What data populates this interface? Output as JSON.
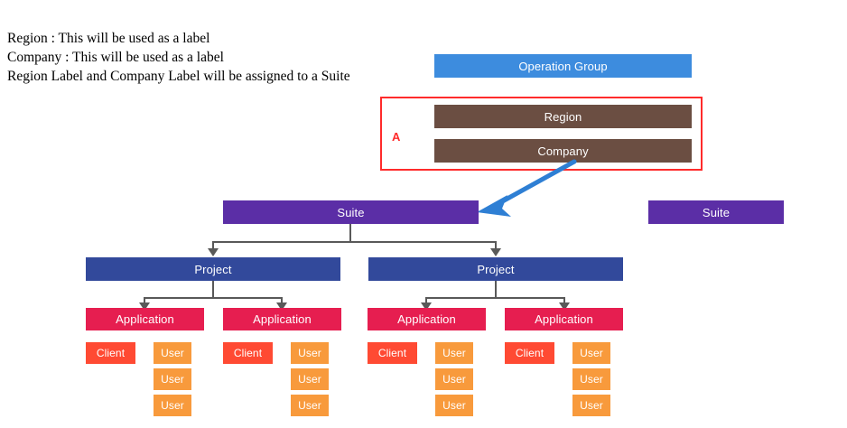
{
  "notes": {
    "text": "Region : This will be used as a label\nCompany : This will be used as a label\nRegion Label and Company Label will be assigned to a Suite"
  },
  "colors": {
    "operation_group": "#3D8CDE",
    "label_brown": "#6B4E42",
    "group_border": "#FF2B2B",
    "group_tag": "#FF2B2B",
    "suite": "#5B2EA6",
    "project": "#32499B",
    "application": "#E61E50",
    "client": "#FF4A33",
    "user": "#F89A3C",
    "connector": "#595959",
    "arrow_blue": "#2E7FD4"
  },
  "nodes": {
    "operation_group": {
      "label": "Operation Group"
    },
    "labels_group": {
      "tag": "A",
      "items": [
        {
          "label": "Region"
        },
        {
          "label": "Company"
        }
      ]
    },
    "suite_main": {
      "label": "Suite"
    },
    "suite_alt": {
      "label": "Suite"
    },
    "projects": [
      {
        "label": "Project"
      },
      {
        "label": "Project"
      }
    ],
    "applications": [
      {
        "label": "Application"
      },
      {
        "label": "Application"
      },
      {
        "label": "Application"
      },
      {
        "label": "Application"
      }
    ],
    "clients": [
      {
        "label": "Client"
      },
      {
        "label": "Client"
      },
      {
        "label": "Client"
      },
      {
        "label": "Client"
      }
    ],
    "users": [
      {
        "label": "User"
      },
      {
        "label": "User"
      },
      {
        "label": "User"
      },
      {
        "label": "User"
      },
      {
        "label": "User"
      },
      {
        "label": "User"
      },
      {
        "label": "User"
      },
      {
        "label": "User"
      },
      {
        "label": "User"
      },
      {
        "label": "User"
      },
      {
        "label": "User"
      },
      {
        "label": "User"
      }
    ]
  }
}
